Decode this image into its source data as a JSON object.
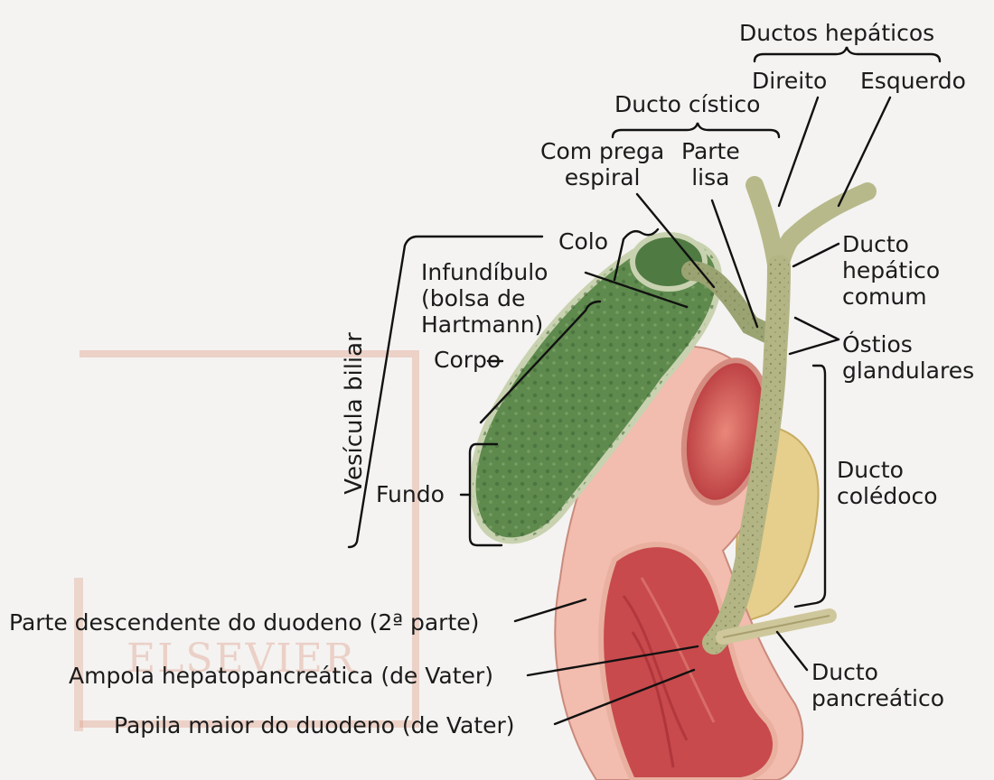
{
  "colors": {
    "gallbladder": "#5f8a4e",
    "gallbladder_dark": "#3f6a36",
    "duct": "#b9b98a",
    "duodenum_outer": "#f1b9aa",
    "duodenum_inner": "#c9484a",
    "pancreas": "#e7cf8a",
    "watermark": "#e2a894",
    "line": "#111111"
  },
  "watermark": {
    "text": "ELSEVIER"
  },
  "labels": {
    "ductos_hepaticos": "Ductos hepáticos",
    "direito": "Direito",
    "esquerdo": "Esquerdo",
    "ducto_cistico": "Ducto cístico",
    "com_prega": [
      "Com prega",
      "espiral"
    ],
    "parte_lisa": [
      "Parte",
      "lisa"
    ],
    "colo": "Colo",
    "infundibulo": [
      "Infundíbulo",
      "(bolsa de",
      "Hartmann)"
    ],
    "corpo": "Corpo",
    "vesicula_biliar": "Vesícula biliar",
    "fundo": "Fundo",
    "ducto_hepatico_comum": [
      "Ducto",
      "hepático",
      "comum"
    ],
    "ostios": [
      "Óstios",
      "glandulares"
    ],
    "ducto_coledoco": [
      "Ducto",
      "colédoco"
    ],
    "parte_descendente": "Parte descendente do duodeno (2ª parte)",
    "ampola": "Ampola hepatopancreática (de Vater)",
    "papila": "Papila maior do duodeno (de Vater)",
    "ducto_pancreatico": [
      "Ducto",
      "pancreático"
    ]
  }
}
